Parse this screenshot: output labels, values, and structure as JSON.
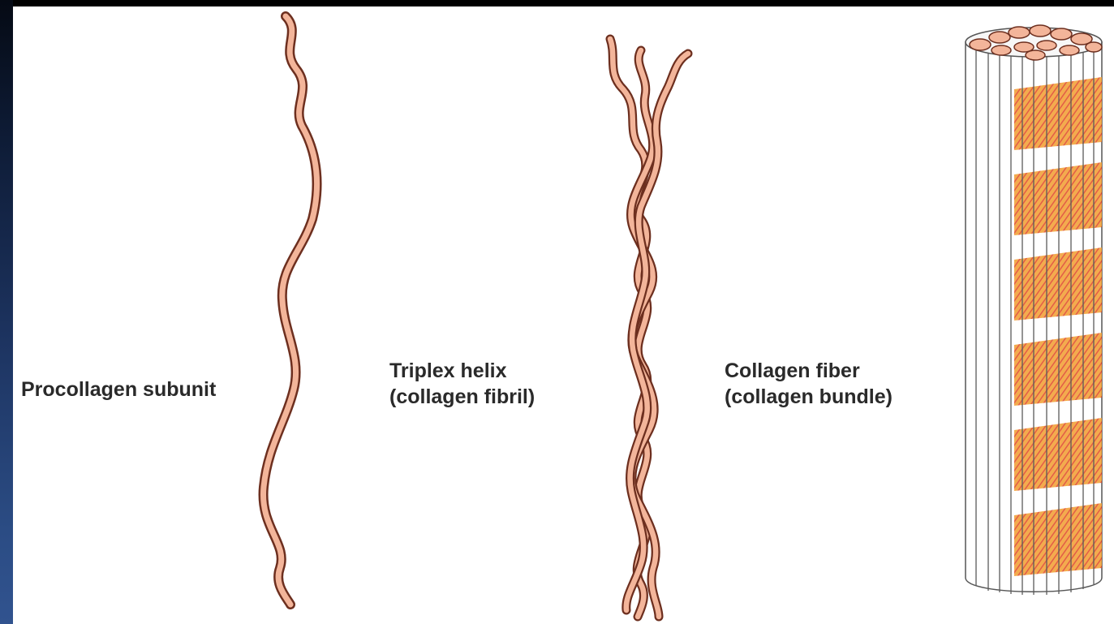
{
  "labels": {
    "procollagen": "Procollagen subunit",
    "triplex_line1": "Triplex helix",
    "triplex_line2": "(collagen fibril)",
    "fiber_line1": "Collagen fiber",
    "fiber_line2": "(collagen bundle)"
  },
  "colors": {
    "strand_fill": "#f3b59a",
    "strand_edge": "#6d2f1f",
    "band_red": "#e04a33",
    "band_orange": "#f2a23a",
    "background": "#ffffff"
  }
}
